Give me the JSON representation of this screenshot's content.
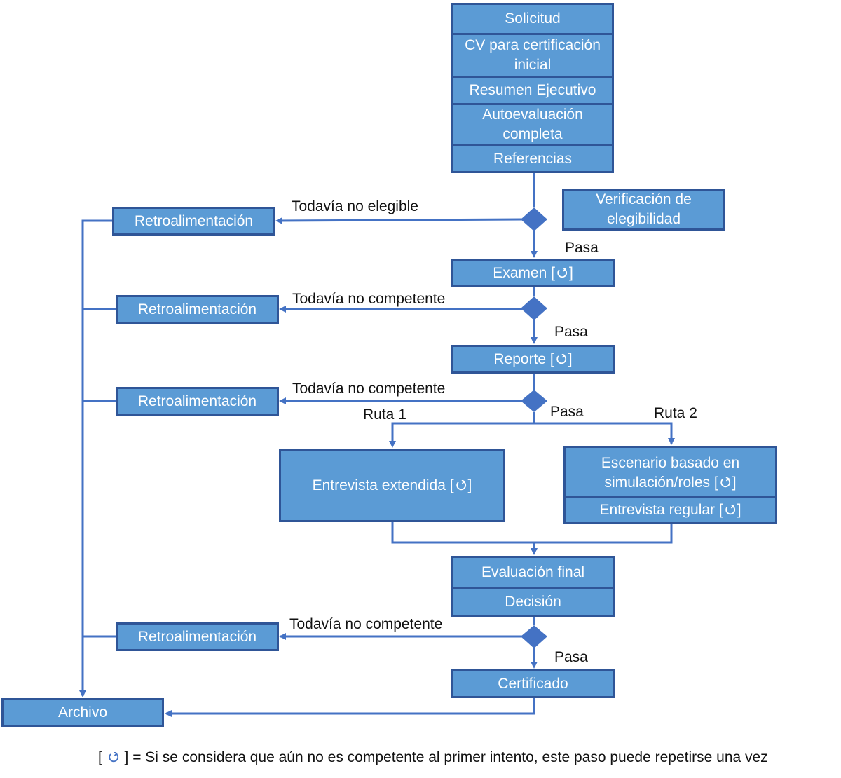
{
  "colors": {
    "box_fill": "#5b9bd5",
    "box_border": "#2f5597",
    "connector": "#4472c4",
    "decision": "#4472c4"
  },
  "retry_icon": "retry-arrow-icon",
  "application": {
    "solicitud": "Solicitud",
    "cv": "CV para certificación inicial",
    "resumen": "Resumen Ejecutivo",
    "autoevaluacion": "Autoevaluación completa",
    "referencias": "Referencias"
  },
  "eligibility_check": "Verificación de elegibilidad",
  "examen": "Examen [",
  "reporte": "Reporte [",
  "entrevista_extendida": "Entrevista extendida [",
  "escenario": "Escenario basado en simulación/roles [",
  "entrevista_regular": "Entrevista regular [",
  "evaluacion_final": "Evaluación final",
  "decision": "Decisión",
  "certificado": "Certificado",
  "archivo": "Archivo",
  "feedback": {
    "label_1": "Retroalimentación",
    "label_2": "Retroalimentación",
    "label_3": "Retroalimentación",
    "label_4": "Retroalimentación"
  },
  "outcomes": {
    "no_elegible": "Todavía no elegible",
    "no_competente_1": "Todavía no competente",
    "no_competente_2": "Todavía no competente",
    "no_competente_3": "Todavía no competente",
    "pasa_1": "Pasa",
    "pasa_2": "Pasa",
    "pasa_3": "Pasa",
    "pasa_4": "Pasa",
    "ruta_1": "Ruta 1",
    "ruta_2": "Ruta 2"
  },
  "bracket_close": "]",
  "legend": {
    "open": "[",
    "text": "] = Si se considera que aún no es competente al primer intento, este paso puede repetirse una vez"
  }
}
